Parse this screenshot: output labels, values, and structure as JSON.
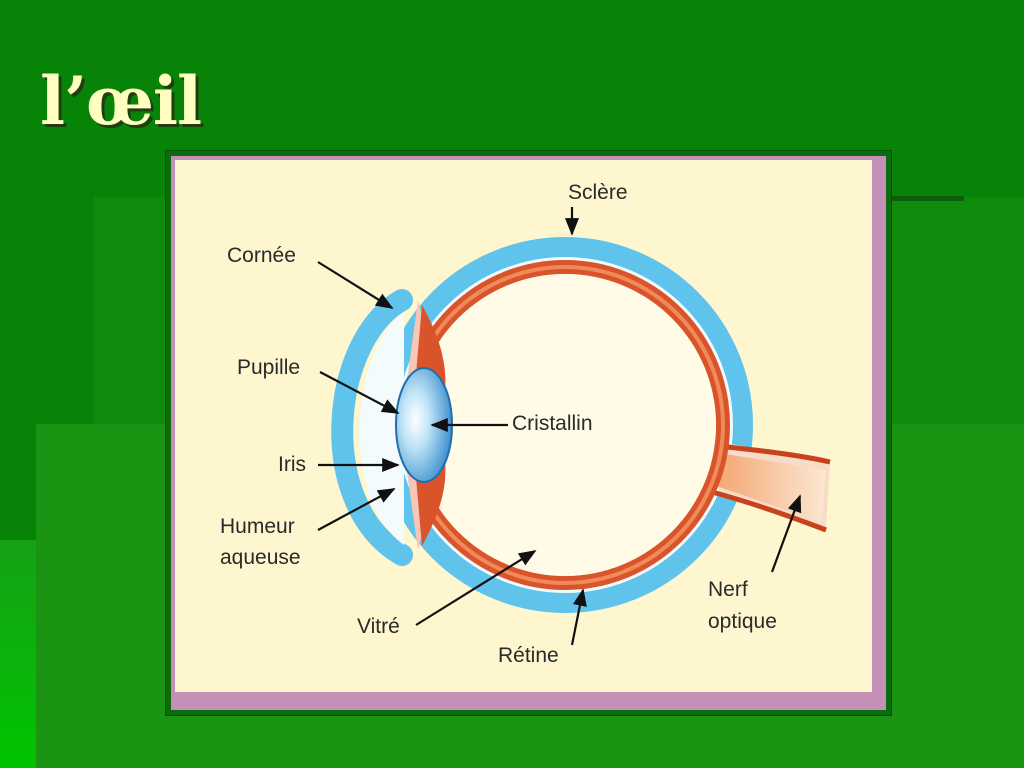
{
  "title": "l’œil",
  "labels": {
    "sclere": "Sclère",
    "cornee": "Cornée",
    "pupille": "Pupille",
    "cristallin": "Cristallin",
    "iris": "Iris",
    "humeur_line1": "Humeur",
    "humeur_line2": "aqueuse",
    "vitre": "Vitré",
    "retine": "Rétine",
    "nerf_line1": "Nerf",
    "nerf_line2": "optique"
  },
  "colors": {
    "background": "#078307",
    "title": "#ffffc0",
    "panel": "#fdf6cf",
    "sclera_blue": "#5fc3ec",
    "retina_red": "#d9542a",
    "lens_blue": "#3a9ad8"
  }
}
